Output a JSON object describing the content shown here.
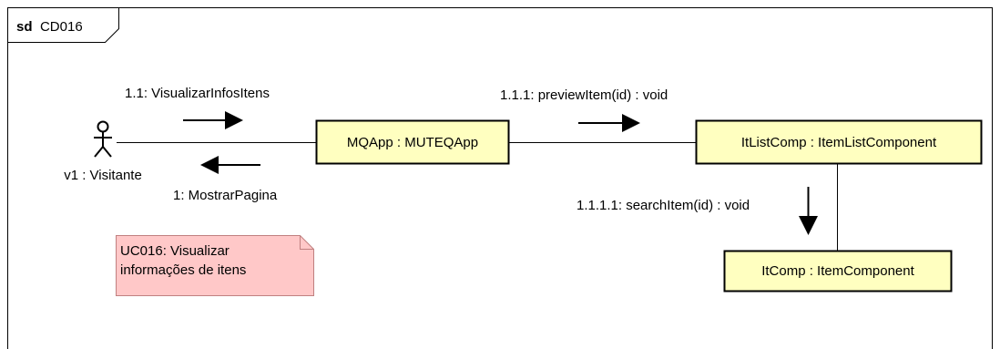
{
  "frame": {
    "keyword": "sd",
    "name": "CD016"
  },
  "actor": {
    "label": "v1 : Visitante"
  },
  "objects": [
    {
      "id": "mqapp",
      "label": "MQApp : MUTEQApp"
    },
    {
      "id": "itlist",
      "label": "ItListComp : ItemListComponent"
    },
    {
      "id": "itcomp",
      "label": "ItComp : ItemComponent"
    }
  ],
  "messages": [
    {
      "id": "m1_1",
      "label": "1.1: VisualizarInfosItens",
      "direction": "right"
    },
    {
      "id": "m1",
      "label": "1: MostrarPagina",
      "direction": "left"
    },
    {
      "id": "m1_1_1",
      "label": "1.1.1: previewItem(id) : void",
      "direction": "right"
    },
    {
      "id": "m1_1_1_1",
      "label": "1.1.1.1: searchItem(id) : void",
      "direction": "down"
    }
  ],
  "note": {
    "lines": [
      "UC016: Visualizar",
      "informações de itens"
    ]
  },
  "colors": {
    "object_fill": "#ffffc0",
    "note_fill": "#ffc8c8",
    "note_stroke": "#c08080",
    "line": "#000000"
  }
}
